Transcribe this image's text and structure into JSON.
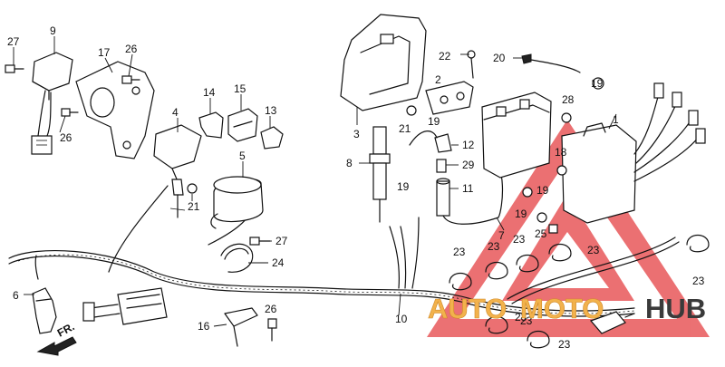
{
  "diagram": {
    "callouts": [
      {
        "id": "c27a",
        "label": "27"
      },
      {
        "id": "c9",
        "label": "9"
      },
      {
        "id": "c17",
        "label": "17"
      },
      {
        "id": "c26a",
        "label": "26"
      },
      {
        "id": "c26b",
        "label": "26"
      },
      {
        "id": "c14",
        "label": "14"
      },
      {
        "id": "c15",
        "label": "15"
      },
      {
        "id": "c13",
        "label": "13"
      },
      {
        "id": "c4",
        "label": "4"
      },
      {
        "id": "c5",
        "label": "5"
      },
      {
        "id": "c21a",
        "label": "21"
      },
      {
        "id": "c27b",
        "label": "27"
      },
      {
        "id": "c24",
        "label": "24"
      },
      {
        "id": "c6",
        "label": "6"
      },
      {
        "id": "c16",
        "label": "16"
      },
      {
        "id": "c26c",
        "label": "26"
      },
      {
        "id": "c3",
        "label": "3"
      },
      {
        "id": "c8",
        "label": "8"
      },
      {
        "id": "c22",
        "label": "22"
      },
      {
        "id": "c20",
        "label": "20"
      },
      {
        "id": "c2",
        "label": "2"
      },
      {
        "id": "c21b",
        "label": "21"
      },
      {
        "id": "c19a",
        "label": "19"
      },
      {
        "id": "c12",
        "label": "12"
      },
      {
        "id": "c29",
        "label": "29"
      },
      {
        "id": "c11",
        "label": "11"
      },
      {
        "id": "c19b",
        "label": "19"
      },
      {
        "id": "c7",
        "label": "7"
      },
      {
        "id": "c10",
        "label": "10"
      },
      {
        "id": "c1",
        "label": "1"
      },
      {
        "id": "c19c",
        "label": "19"
      },
      {
        "id": "c28",
        "label": "28"
      },
      {
        "id": "c18",
        "label": "18"
      },
      {
        "id": "c19d",
        "label": "19"
      },
      {
        "id": "c19e",
        "label": "19"
      },
      {
        "id": "c25",
        "label": "25"
      },
      {
        "id": "c23a",
        "label": "23"
      },
      {
        "id": "c23b",
        "label": "23"
      },
      {
        "id": "c23c",
        "label": "23"
      },
      {
        "id": "c23d",
        "label": "23"
      },
      {
        "id": "c23e",
        "label": "23"
      },
      {
        "id": "c23f",
        "label": "23"
      },
      {
        "id": "c23g",
        "label": "23"
      },
      {
        "id": "c23h",
        "label": "23"
      }
    ],
    "fwd_label": "FR."
  },
  "watermark": {
    "part1": "AUTO",
    "part2": "MOTO",
    "part3": "HUB",
    "colors": {
      "triangle": "#e8585a",
      "auto": "#f2b24c",
      "moto": "#f2b24c",
      "hub": "#3a3a3a"
    }
  }
}
